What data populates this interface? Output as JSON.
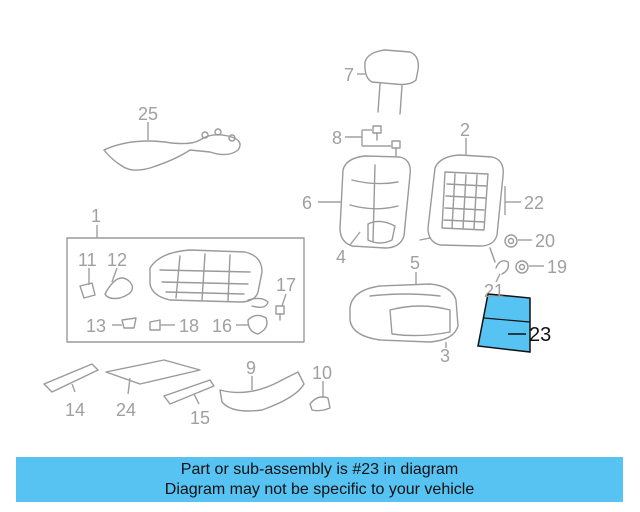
{
  "banner": {
    "line1": "Part or sub-assembly is #23 in diagram",
    "line2": "Diagram may not be specific to your vehicle"
  },
  "highlight_color": "#56c3f3",
  "callouts": {
    "c1": "1",
    "c2": "2",
    "c3": "3",
    "c4": "4",
    "c5": "5",
    "c6": "6",
    "c7": "7",
    "c8": "8",
    "c9": "9",
    "c10": "10",
    "c11": "11",
    "c12": "12",
    "c13": "13",
    "c14": "14",
    "c15": "15",
    "c16": "16",
    "c17": "17",
    "c18": "18",
    "c19": "19",
    "c20": "20",
    "c21": "21",
    "c22": "22",
    "c23": "23",
    "c24": "24",
    "c25": "25"
  }
}
